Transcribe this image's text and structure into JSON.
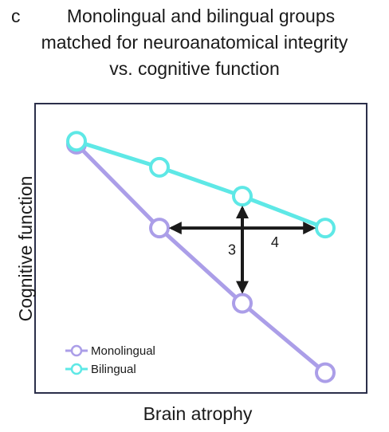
{
  "figure": {
    "panel_label": "c",
    "title_lines": [
      "Monolingual and bilingual groups",
      "matched for neuroanatomical integrity",
      "vs. cognitive function"
    ]
  },
  "chart_data": {
    "type": "line",
    "xlabel": "Brain atrophy",
    "ylabel": "Cognitive function",
    "x": [
      1,
      2,
      3,
      4
    ],
    "xlim": [
      0.5,
      4.5
    ],
    "ylim": [
      0,
      10
    ],
    "grid": false,
    "legend_position": "bottom-left",
    "series": [
      {
        "name": "Monolingual",
        "color": "#ab9ee8",
        "values": [
          8.6,
          5.7,
          3.1,
          0.7
        ]
      },
      {
        "name": "Bilingual",
        "color": "#5ee8e6",
        "values": [
          8.7,
          7.8,
          6.8,
          5.7
        ]
      }
    ],
    "annotations": [
      {
        "label": "3",
        "direction": "vertical",
        "x": 3,
        "y_from": 6.8,
        "y_to": 3.1
      },
      {
        "label": "4",
        "direction": "horizontal",
        "y": 5.7,
        "x_from": 2,
        "x_to": 4
      }
    ]
  }
}
